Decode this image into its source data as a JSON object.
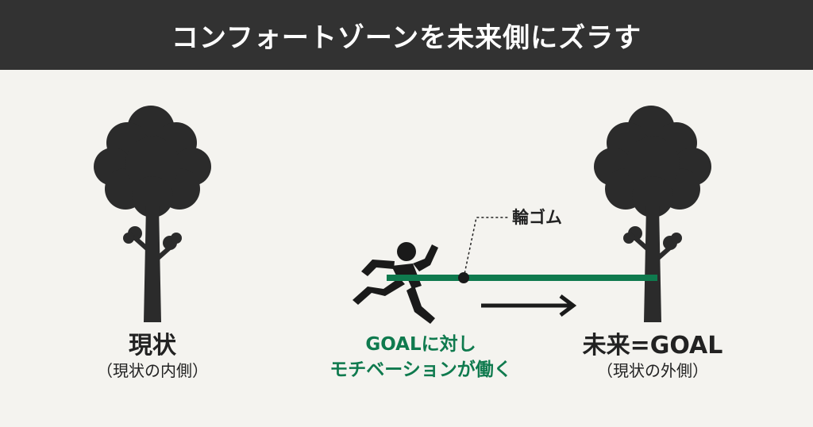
{
  "header": {
    "title": "コンフォートゾーンを未来側にズラす"
  },
  "diagram": {
    "left": {
      "label": "現状",
      "sublabel": "（現状の内側）"
    },
    "right": {
      "label": "未来=GOAL",
      "sublabel": "（現状の外側）"
    },
    "rubber_band": {
      "label": "輪ゴム"
    },
    "motivation": {
      "line1": "GOALに対し",
      "line2": "モチベーションが働く"
    },
    "colors": {
      "header_bg": "#323232",
      "background": "#f4f3ef",
      "accent_green": "#0f7a4e",
      "dark": "#222222"
    }
  }
}
